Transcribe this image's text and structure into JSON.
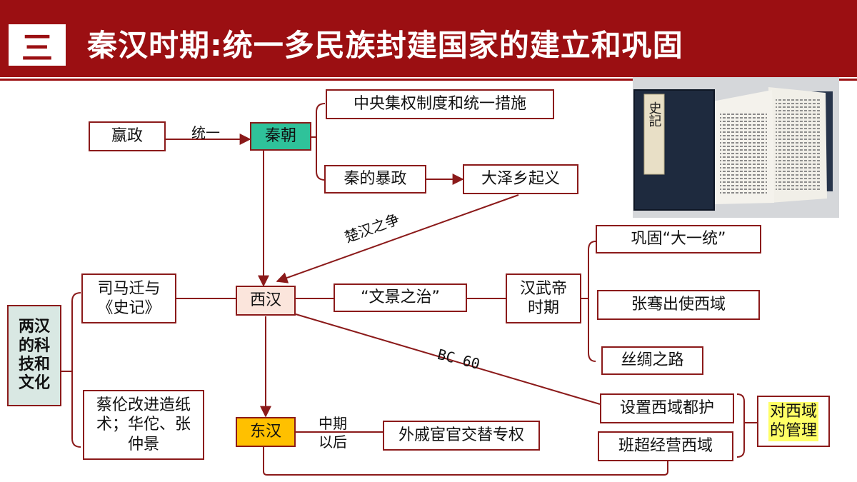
{
  "header": {
    "section_number": "三",
    "title": "秦汉时期:统一多民族封建国家的建立和巩固"
  },
  "nodes": {
    "yingzheng": "嬴政",
    "qin": "秦朝",
    "central": "中央集权制度和统一措施",
    "tyranny": "秦的暴政",
    "dazexiang": "大泽乡起义",
    "xihan": "西汉",
    "wenjing": "“文景之治”",
    "wudi": "汉武帝\n时期",
    "gonggu": "巩固“大一统”",
    "zhangqian": "张骞出使西域",
    "silk": "丝绸之路",
    "sima": "司马迁与\n《史记》",
    "tech": "两汉\n的科\n技和\n文化",
    "cailun": "蔡伦改进造纸\n术；华佗、张\n仲景",
    "donghan": "东汉",
    "waiqi": "外戚宦官交替专权",
    "duhu": "设置西域都护",
    "banchao": "班超经营西域",
    "xiyu_mgmt": "对西域\n的管理"
  },
  "labels": {
    "tongyi": "统一",
    "chuhan": "楚汉之争",
    "bc60": "BC 60",
    "zhongqi": "中期\n以后"
  },
  "photo": {
    "book_title": "史記"
  },
  "colors": {
    "header_red": "#9b0f12",
    "border_red": "#8b1a1a",
    "qin_green": "#2fc29a",
    "xihan_pink": "#fbe5dc",
    "donghan_gold": "#ffc000",
    "highlight_yellow": "#ffff66"
  }
}
